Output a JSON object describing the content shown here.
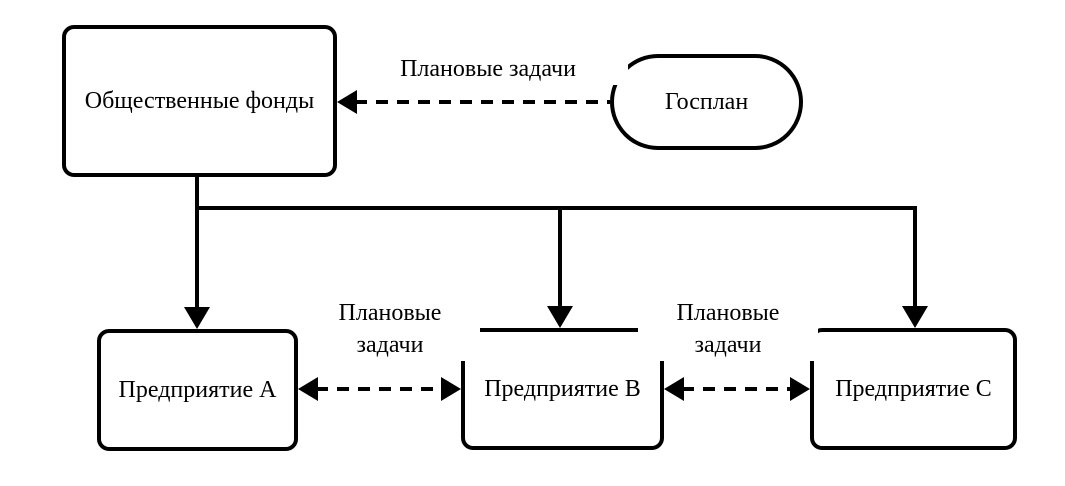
{
  "diagram": {
    "title": "Centralized planning diagram",
    "colors": {
      "line": "#000000",
      "background": "#ffffff"
    },
    "nodes": {
      "public_funds": {
        "label": "Общественные фонды",
        "shape": "rounded-rectangle"
      },
      "gosplan": {
        "label": "Госплан",
        "shape": "stadium"
      },
      "enterprise_a": {
        "label": "Предприятие A",
        "shape": "rounded-rectangle"
      },
      "enterprise_b": {
        "label": "Предприятие B",
        "shape": "rounded-rectangle"
      },
      "enterprise_c": {
        "label": "Предприятие C",
        "shape": "rounded-rectangle"
      }
    },
    "edges": {
      "gosplan_to_funds": {
        "label": "Плановые задачи",
        "style": "dashed",
        "direction": "left"
      },
      "funds_to_a": {
        "style": "solid",
        "direction": "down"
      },
      "funds_to_b": {
        "style": "solid",
        "direction": "down"
      },
      "funds_to_c": {
        "style": "solid",
        "direction": "down"
      },
      "a_b": {
        "label_line1": "Плановые",
        "label_line2": "задачи",
        "style": "dashed",
        "direction": "both"
      },
      "b_c": {
        "label_line1": "Плановые",
        "label_line2": "задачи",
        "style": "dashed",
        "direction": "both"
      }
    }
  }
}
